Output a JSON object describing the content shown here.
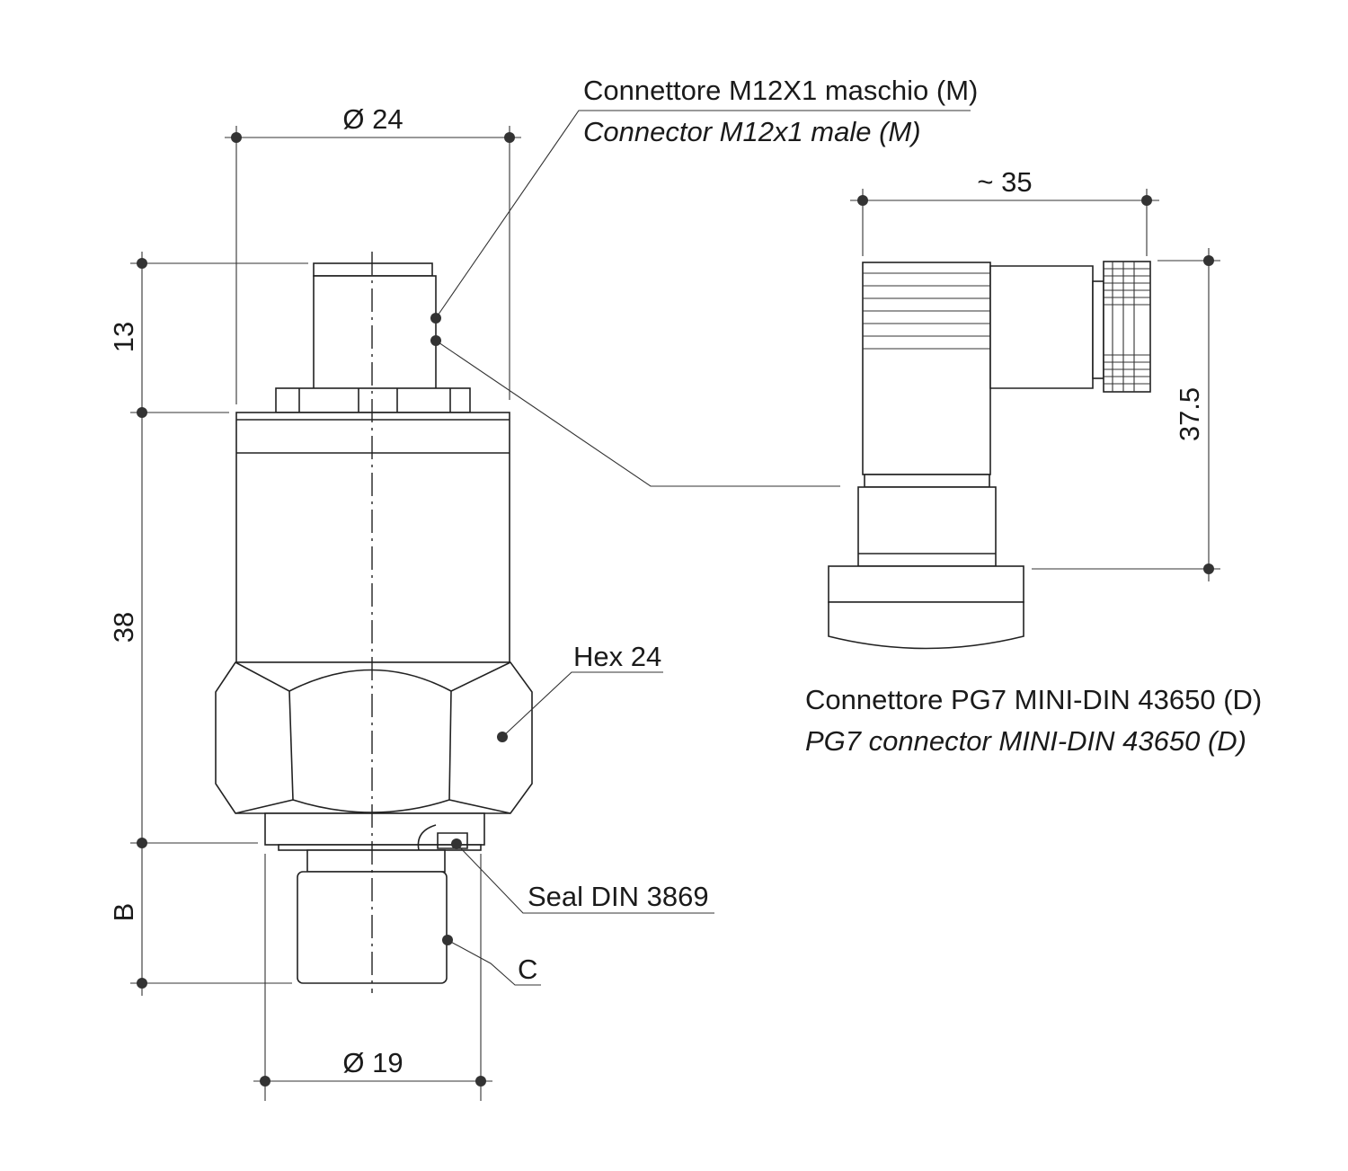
{
  "labels": {
    "dim_top_diameter": "Ø 24",
    "dim_bottom_diameter": "Ø 19",
    "dim_connector_height": "13",
    "dim_body_height": "38",
    "dim_thread_length": "B",
    "dim_plug_width": "~ 35",
    "dim_plug_height": "37.5",
    "m12_connector_it": "Connettore M12X1 maschio (M)",
    "m12_connector_en": "Connector M12x1 male (M)",
    "pg7_connector_it": "Connettore PG7 MINI-DIN 43650 (D)",
    "pg7_connector_en": "PG7 connector MINI-DIN 43650 (D)",
    "hex": "Hex 24",
    "seal": "Seal DIN 3869",
    "thread": "C"
  }
}
